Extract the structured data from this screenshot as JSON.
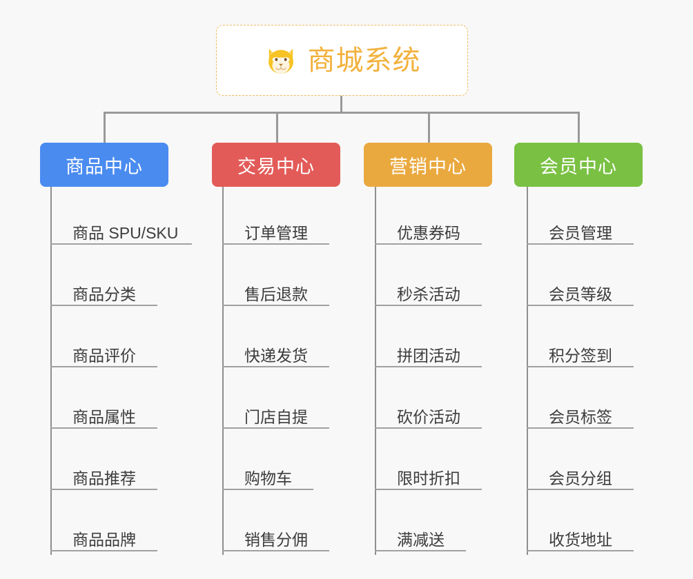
{
  "background_color": "#f8f8f8",
  "root": {
    "title": "商城系统",
    "icon": "shiba-dog-icon",
    "text_color": "#f2b13c",
    "border_color": "#f0b95c",
    "background_color": "#ffffff"
  },
  "connector_color": "#999999",
  "columns": [
    {
      "id": "product-center",
      "label": "商品中心",
      "color": "#4a8bf0",
      "items": [
        {
          "label": "商品 SPU/SKU"
        },
        {
          "label": "商品分类"
        },
        {
          "label": "商品评价"
        },
        {
          "label": "商品属性"
        },
        {
          "label": "商品推荐"
        },
        {
          "label": "商品品牌"
        }
      ]
    },
    {
      "id": "trade-center",
      "label": "交易中心",
      "color": "#e35b58",
      "items": [
        {
          "label": "订单管理"
        },
        {
          "label": "售后退款"
        },
        {
          "label": "快递发货"
        },
        {
          "label": "门店自提"
        },
        {
          "label": "购物车"
        },
        {
          "label": "销售分佣"
        }
      ]
    },
    {
      "id": "marketing-center",
      "label": "营销中心",
      "color": "#eaa93f",
      "items": [
        {
          "label": "优惠券码"
        },
        {
          "label": "秒杀活动"
        },
        {
          "label": "拼团活动"
        },
        {
          "label": "砍价活动"
        },
        {
          "label": "限时折扣"
        },
        {
          "label": "满减送"
        }
      ]
    },
    {
      "id": "member-center",
      "label": "会员中心",
      "color": "#7ac143",
      "items": [
        {
          "label": "会员管理"
        },
        {
          "label": "会员等级"
        },
        {
          "label": "积分签到"
        },
        {
          "label": "会员标签"
        },
        {
          "label": "会员分组"
        },
        {
          "label": "收货地址"
        }
      ]
    }
  ]
}
